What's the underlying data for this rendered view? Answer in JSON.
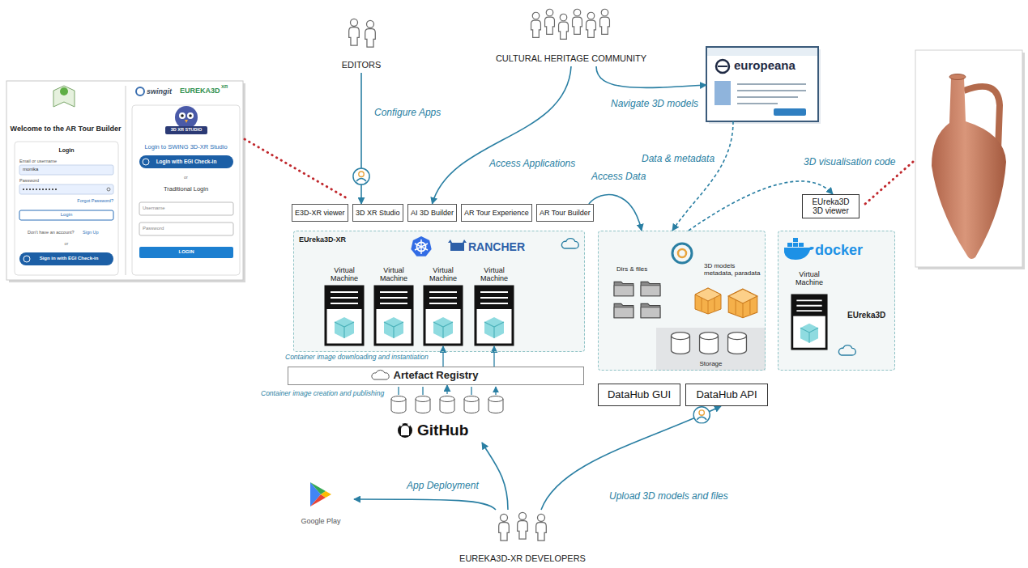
{
  "diagram": {
    "nodes": [
      {
        "text": [
          "EDITORS"
        ]
      },
      {
        "text": [
          "CULTURAL HERITAGE COMMUNITY"
        ]
      },
      {
        "text": [
          "europeana"
        ]
      },
      {
        "text": [
          "E3D-XR viewer"
        ]
      },
      {
        "text": [
          "3D XR Studio"
        ]
      },
      {
        "text": [
          "AI 3D Builder"
        ]
      },
      {
        "text": [
          "AR Tour Experience"
        ]
      },
      {
        "text": [
          "AR Tour Builder"
        ]
      },
      {
        "text": [
          "EUreka3D-XR"
        ]
      },
      {
        "text": [
          "Virtual Machine"
        ],
        "in": 8
      },
      {
        "text": [
          "Virtual Machine"
        ],
        "in": 8
      },
      {
        "text": [
          "Virtual Machine"
        ],
        "in": 8
      },
      {
        "text": [
          "Virtual Machine"
        ],
        "in": 8
      },
      {
        "text": [
          "Artefact Registry"
        ]
      },
      {
        "text": [
          "GitHub"
        ]
      },
      {
        "text": [
          "Dirs & files",
          "3D models metadata, paradata"
        ]
      },
      {
        "text": [
          "Storage"
        ],
        "in": 15
      },
      {
        "text": [
          "DataHub GUI"
        ]
      },
      {
        "text": [
          "DataHub API"
        ]
      },
      {
        "text": [
          "EUreka3D 3D viewer"
        ]
      },
      {
        "text": [
          "docker",
          "EUreka3D"
        ]
      },
      {
        "text": [
          "Virtual Machine"
        ],
        "in": 20
      },
      {
        "text": [
          "Google Play"
        ]
      },
      {
        "text": [
          "EUREKA3D-XR DEVELOPERS"
        ]
      }
    ],
    "edges": [
      {
        "from": 0,
        "to": 4,
        "arrow": "to",
        "label": "Configure Apps"
      },
      {
        "from": 1,
        "to": 5,
        "arrow": "to",
        "label": "Access Applications"
      },
      {
        "from": 1,
        "to": 2,
        "arrow": "to",
        "label": "Navigate 3D models"
      },
      {
        "from": 2,
        "to": 15,
        "arrow": "to",
        "label": "Data & metadata"
      },
      {
        "from": 15,
        "to": 19,
        "arrow": "to",
        "label": "3D visualisation code"
      },
      {
        "from": 7,
        "to": 15,
        "arrow": "to",
        "label": "Access Data"
      },
      {
        "from": 13,
        "to": 11,
        "arrow": "to"
      },
      {
        "from": 13,
        "to": 12,
        "arrow": "to"
      },
      {
        "from": 14,
        "to": 13,
        "arrow": "to"
      },
      {
        "from": 23,
        "to": 14,
        "arrow": "to"
      },
      {
        "from": 23,
        "to": 22,
        "arrow": "to",
        "label": "App Deployment"
      },
      {
        "from": 23,
        "to": 18,
        "arrow": "to",
        "label": "Upload 3D models and files"
      }
    ],
    "labels": [
      "Container image downloading and instantiation",
      "Container image creation and publishing",
      "RANCHER",
      "Welcome to the AR Tour Builder",
      "Login",
      "Email or username",
      "monika",
      "Password",
      "Forgot Password?",
      "Login",
      "Don't have an account?",
      "Sign Up",
      "or",
      "Sign in with EGI Check-in",
      "swingit",
      "EUREKA3D",
      "XR",
      "3D XR STUDIO",
      "Login to SWING 3D-XR Studio",
      "Login with EGI Check-in",
      "or",
      "Traditional Login",
      "Username",
      "Password",
      "LOGIN"
    ]
  }
}
